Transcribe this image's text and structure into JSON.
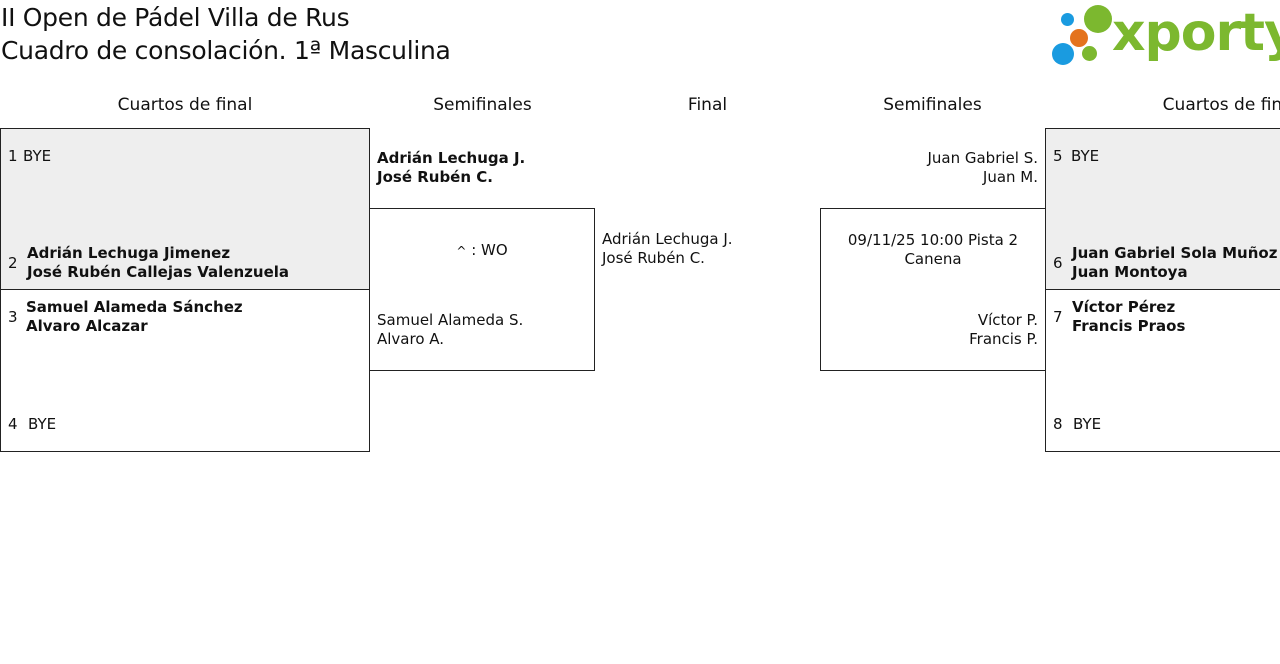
{
  "header": {
    "title_line1": "II Open de Pádel Villa de Rus",
    "title_line2": "Cuadro de consolación. 1ª Masculina",
    "logo_text": "xporty",
    "logo_colors": {
      "text": "#7cb82f",
      "blue": "#1a9be0",
      "orange": "#e4731d",
      "green": "#7cb82f"
    }
  },
  "rounds": {
    "left_qf": "Cuartos de final",
    "left_sf": "Semifinales",
    "final": "Final",
    "right_sf": "Semifinales",
    "right_qf": "Cuartos de final"
  },
  "left_qf": {
    "m1": {
      "seed_a": "1",
      "team_a": "BYE",
      "seed_b": "2",
      "team_b_p1": "Adrián Lechuga Jimenez",
      "team_b_p2": "José Rubén Callejas Valenzuela"
    },
    "m2": {
      "seed_a": "3",
      "team_a_p1": "Samuel Alameda Sánchez",
      "team_a_p2": "Alvaro Alcazar",
      "seed_b": "4",
      "team_b": "BYE"
    }
  },
  "left_sf": {
    "winner_p1": "Adrián Lechuga J.",
    "winner_p2": "José Rubén C.",
    "result_marker": "^",
    "result": ": WO",
    "team_b_p1": "Samuel Alameda S.",
    "team_b_p2": "Alvaro A."
  },
  "final": {
    "team_p1": "Adrián Lechuga J.",
    "team_p2": "José Rubén C."
  },
  "right_sf": {
    "team_a_p1": "Juan Gabriel S.",
    "team_a_p2": "Juan M.",
    "schedule": "09/11/25 10:00 Pista 2",
    "venue": "Canena",
    "team_b_p1": "Víctor P.",
    "team_b_p2": "Francis P."
  },
  "right_qf": {
    "m1": {
      "seed_a": "5",
      "team_a": "BYE",
      "seed_b": "6",
      "team_b_p1": "Juan Gabriel Sola Muñoz",
      "team_b_p2": "Juan Montoya"
    },
    "m2": {
      "seed_a": "7",
      "team_a_p1": "Víctor Pérez",
      "team_a_p2": "Francis Praos",
      "seed_b": "8",
      "team_b": "BYE"
    }
  }
}
